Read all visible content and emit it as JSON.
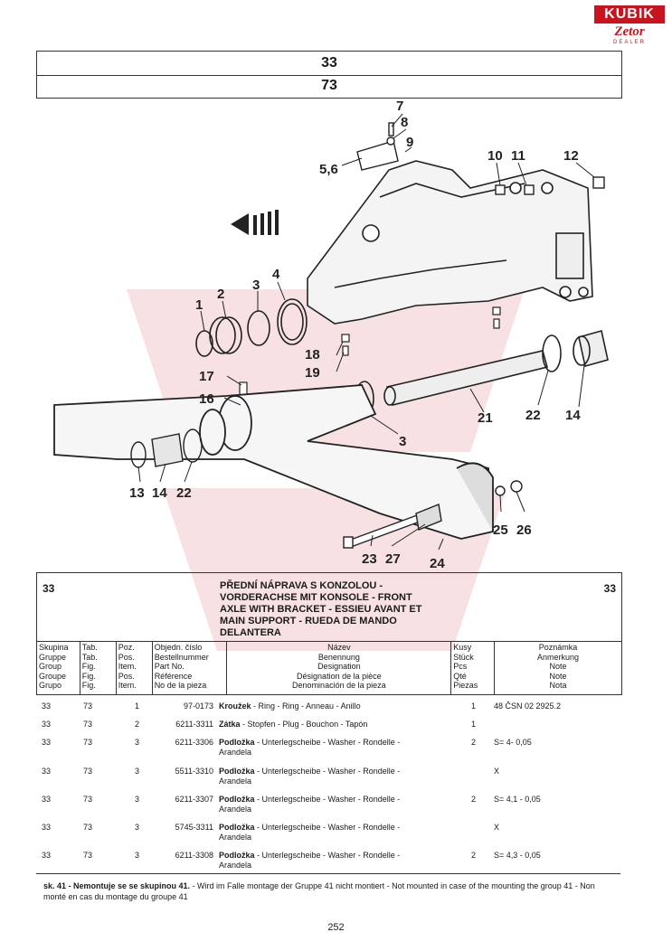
{
  "logo": {
    "brand": "KUBIK",
    "brand2": "Zetor",
    "sub": "DEALER"
  },
  "header_box": {
    "line1": "33",
    "line2": "73"
  },
  "callouts": [
    {
      "id": "c7",
      "text": "7"
    },
    {
      "id": "c8",
      "text": "8"
    },
    {
      "id": "c9",
      "text": "9"
    },
    {
      "id": "c56",
      "text": "5,6"
    },
    {
      "id": "c10",
      "text": "10"
    },
    {
      "id": "c11",
      "text": "11"
    },
    {
      "id": "c12",
      "text": "12"
    },
    {
      "id": "c1",
      "text": "1"
    },
    {
      "id": "c2",
      "text": "2"
    },
    {
      "id": "c3",
      "text": "3"
    },
    {
      "id": "c4",
      "text": "4"
    },
    {
      "id": "c18",
      "text": "18"
    },
    {
      "id": "c19",
      "text": "19"
    },
    {
      "id": "c17",
      "text": "17"
    },
    {
      "id": "c16",
      "text": "16"
    },
    {
      "id": "c21",
      "text": "21"
    },
    {
      "id": "c22",
      "text": "22"
    },
    {
      "id": "c14",
      "text": "14"
    },
    {
      "id": "c3b",
      "text": "3"
    },
    {
      "id": "c13",
      "text": "13"
    },
    {
      "id": "c14b",
      "text": "14"
    },
    {
      "id": "c22b",
      "text": "22"
    },
    {
      "id": "c25",
      "text": "25"
    },
    {
      "id": "c26",
      "text": "26"
    },
    {
      "id": "c23",
      "text": "23"
    },
    {
      "id": "c27",
      "text": "27"
    },
    {
      "id": "c24",
      "text": "24"
    }
  ],
  "section": {
    "group_left": "33",
    "group_right": "33",
    "title_lines": [
      "PŘEDNÍ NÁPRAVA S KONZOLOU -",
      "VORDERACHSE MIT KONSOLE - FRONT",
      "AXLE WITH BRACKET - ESSIEU AVANT ET",
      "MAIN SUPPORT - RUEDA DE MANDO",
      "DELANTERA"
    ]
  },
  "columns": {
    "group": [
      "Skupina",
      "Gruppe",
      "Group",
      "Groupe",
      "Grupo"
    ],
    "table": [
      "Tab.",
      "Tab.",
      "Fig.",
      "Fig.",
      "Fig."
    ],
    "position": [
      "Poz.",
      "Pos.",
      "Item.",
      "Pos.",
      "Item."
    ],
    "part": [
      "Objedn. číslo",
      "Bestellnummer",
      "Part No.",
      "Référence",
      "No de la pieza"
    ],
    "name": [
      "Název",
      "Benennung",
      "Designation",
      "Désignation de la pièce",
      "Denominación de la pieza"
    ],
    "qty": [
      "Kusy",
      "Stück",
      "Pcs",
      "Qté",
      "Piezas"
    ],
    "note": [
      "Poznámka",
      "Anmerkung",
      "Note",
      "Note",
      "Nota"
    ]
  },
  "rows": [
    {
      "group": "33",
      "table": "73",
      "pos": "1",
      "part": "97-0173",
      "name_bold": "Kroužek",
      "name_rest": " - Ring - Ring - Anneau - Anillo",
      "name2": "",
      "qty": "1",
      "note": "48 ČSN 02 2925.2"
    },
    {
      "group": "33",
      "table": "73",
      "pos": "2",
      "part": "6211-3311",
      "name_bold": "Zátka",
      "name_rest": " - Stopfen - Plug - Bouchon - Tapón",
      "name2": "",
      "qty": "1",
      "note": ""
    },
    {
      "group": "33",
      "table": "73",
      "pos": "3",
      "part": "6211-3306",
      "name_bold": "Podložka",
      "name_rest": " - Unterlegscheibe - Washer - Rondelle -",
      "name2": "Arandela",
      "qty": "2",
      "note": "S= 4- 0,05"
    },
    {
      "group": "33",
      "table": "73",
      "pos": "3",
      "part": "5511-3310",
      "name_bold": "Podložka",
      "name_rest": " - Unterlegscheibe - Washer - Rondelle -",
      "name2": "Arandela",
      "qty": "",
      "note": "X"
    },
    {
      "group": "33",
      "table": "73",
      "pos": "3",
      "part": "6211-3307",
      "name_bold": "Podložka",
      "name_rest": " - Unterlegscheibe - Washer - Rondelle -",
      "name2": "Arandela",
      "qty": "2",
      "note": "S= 4,1 - 0,05"
    },
    {
      "group": "33",
      "table": "73",
      "pos": "3",
      "part": "5745-3311",
      "name_bold": "Podložka",
      "name_rest": " - Unterlegscheibe - Washer - Rondelle -",
      "name2": "Arandela",
      "qty": "",
      "note": "X"
    },
    {
      "group": "33",
      "table": "73",
      "pos": "3",
      "part": "6211-3308",
      "name_bold": "Podložka",
      "name_rest": " - Unterlegscheibe - Washer - Rondelle -",
      "name2": "Arandela",
      "qty": "2",
      "note": "S= 4,3 - 0,05"
    }
  ],
  "footnote": {
    "bold": "sk. 41 - Nemontuje se se skupinou 41.",
    "rest": " - Wird im Falle montage der Gruppe 41 nicht montiert - Not mounted in case of the mounting the group 41 - Non monté en cas du montage du groupe 41"
  },
  "page_number": "252"
}
